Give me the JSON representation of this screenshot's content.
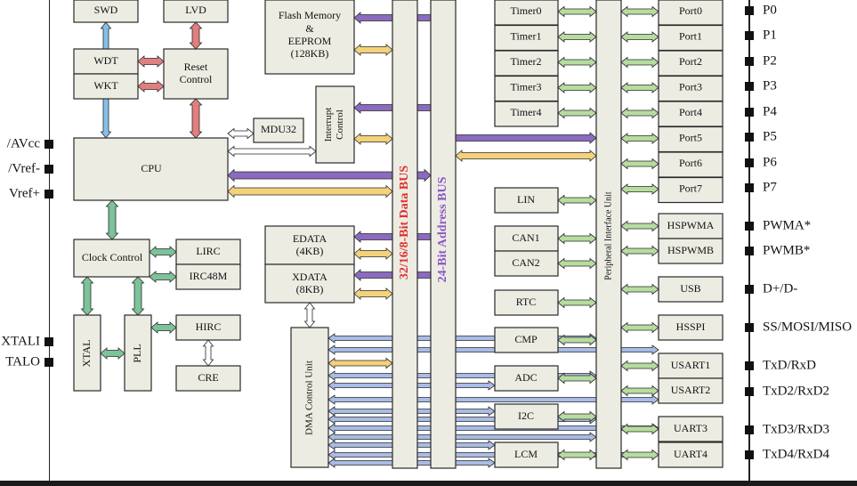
{
  "blocks": {
    "swd": "SWD",
    "lvd": "LVD",
    "wdt": "WDT",
    "wkt": "WKT",
    "reset_control": "Reset Control",
    "cpu": "CPU",
    "mdu32": "MDU32",
    "clock_control": "Clock Control",
    "lirc": "LIRC",
    "irc48m": "IRC48M",
    "hirc": "HIRC",
    "xtal": "XTAL",
    "pll": "PLL",
    "cre": "CRE",
    "flash_line1": "Flash Memory",
    "flash_line2": "&",
    "flash_line3": "EEPROM",
    "flash_line4": "(128KB)",
    "interrupt_control": "Interrupt Control",
    "edata_line1": "EDATA",
    "edata_line2": "(4KB)",
    "xdata_line1": "XDATA",
    "xdata_line2": "(8KB)",
    "dma_control_unit": "DMA Control Unit",
    "data_bus": "32/16/8-Bit Data BUS",
    "address_bus": "24-Bit Address BUS",
    "peripheral_interface_unit": "Peripheral Interface Unit",
    "timers": [
      "Timer0",
      "Timer1",
      "Timer2",
      "Timer3",
      "Timer4"
    ],
    "mid_peripherals": [
      "LIN",
      "CAN1",
      "CAN2",
      "RTC",
      "CMP",
      "ADC",
      "I2C",
      "LCM"
    ],
    "ports": [
      "Port0",
      "Port1",
      "Port2",
      "Port3",
      "Port4",
      "Port5",
      "Port6",
      "Port7"
    ],
    "right_peripherals": [
      "HSPWMA",
      "HSPWMB",
      "USB",
      "HSSPI",
      "USART1",
      "USART2",
      "UART3",
      "UART4"
    ]
  },
  "pins_left": [
    "/AVcc",
    "/Vref-",
    "Vref+",
    "XTALI",
    "TALO"
  ],
  "pins_right": [
    "P0",
    "P1",
    "P2",
    "P3",
    "P4",
    "P5",
    "P6",
    "P7",
    "PWMA*",
    "PWMB*",
    "D+/D-",
    "SS/MOSI/MISO",
    "TxD/RxD",
    "TxD2/RxD2",
    "TxD3/RxD3",
    "TxD4/RxD4"
  ],
  "colors": {
    "background": "#1b1b1b",
    "block_fill": "#ecece3",
    "outline": "#2a2a2a",
    "purple_arrow": "#8a6bbf",
    "yellow_arrow": "#f3d27a",
    "blue_arrow": "#a9bce6",
    "green_arrow": "#b7dca0",
    "red_arrow": "#e07f7f",
    "light_blue_arrow": "#86c0ea",
    "teal_arrow": "#7cc39a",
    "white_arrow": "#ffffff",
    "data_bus_text": "#e0302f",
    "address_bus_text": "#8b55c4"
  }
}
